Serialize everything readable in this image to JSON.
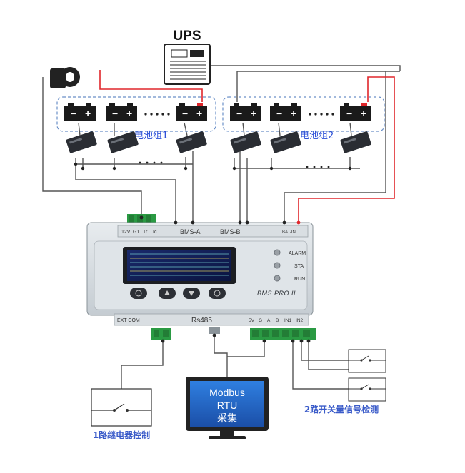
{
  "ups": {
    "label": "UPS"
  },
  "battery_groups": [
    {
      "label": "电池组1"
    },
    {
      "label": "电池组2"
    }
  ],
  "controller": {
    "top_terminals": [
      "12V",
      "G1",
      "Tr",
      "Ic"
    ],
    "bms_a_label": "BMS-A",
    "bms_b_label": "BMS-B",
    "top_right_label": "BAT-IN",
    "indicators": [
      "ALARM",
      "STA",
      "RUN"
    ],
    "model": "BMS PRO II",
    "ext_com_label": "EXT COM",
    "rs485_label": "Rs485",
    "bottom_terminals": [
      "5V",
      "G",
      "A",
      "B",
      "IN1",
      "IN2"
    ]
  },
  "monitor": {
    "line1": "Modbus",
    "line2": "RTU",
    "line3": "采集"
  },
  "captions": {
    "relay": "1路继电器控制",
    "switch": "2路开关量信号检测"
  },
  "colors": {
    "wire": "#555555",
    "red_wire": "#e0262b",
    "dashed": "#6a8fc8",
    "group_label": "#2b4fd8",
    "caption": "#3a5bc9",
    "monitor_blue": "#1e5fbf",
    "terminal_green": "#2a9a43"
  }
}
